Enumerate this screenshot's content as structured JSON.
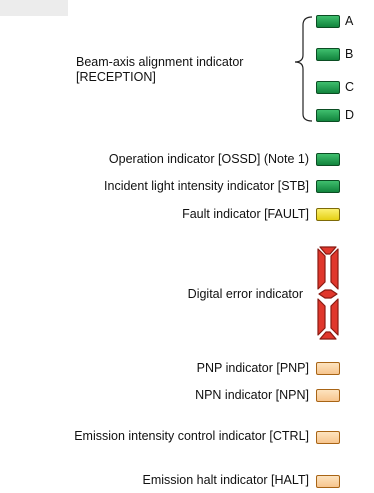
{
  "reception": {
    "label_line1": "Beam-axis alignment indicator",
    "label_line2": "[RECEPTION]",
    "leds": [
      "A",
      "B",
      "C",
      "D"
    ]
  },
  "indicators": {
    "operation": "Operation indicator [OSSD] (Note 1)",
    "stb": "Incident light intensity indicator [STB]",
    "fault": "Fault indicator [FAULT]",
    "digital": "Digital error indicator",
    "pnp": "PNP indicator [PNP]",
    "npn": "NPN indicator [NPN]",
    "ctrl": "Emission intensity control indicator [CTRL]",
    "halt": "Emission halt indicator [HALT]"
  },
  "colors": {
    "green": "#1e9c4c",
    "yellow": "#f2e23a",
    "orange": "#f9d3a6",
    "segment_red": "#e0372c"
  }
}
